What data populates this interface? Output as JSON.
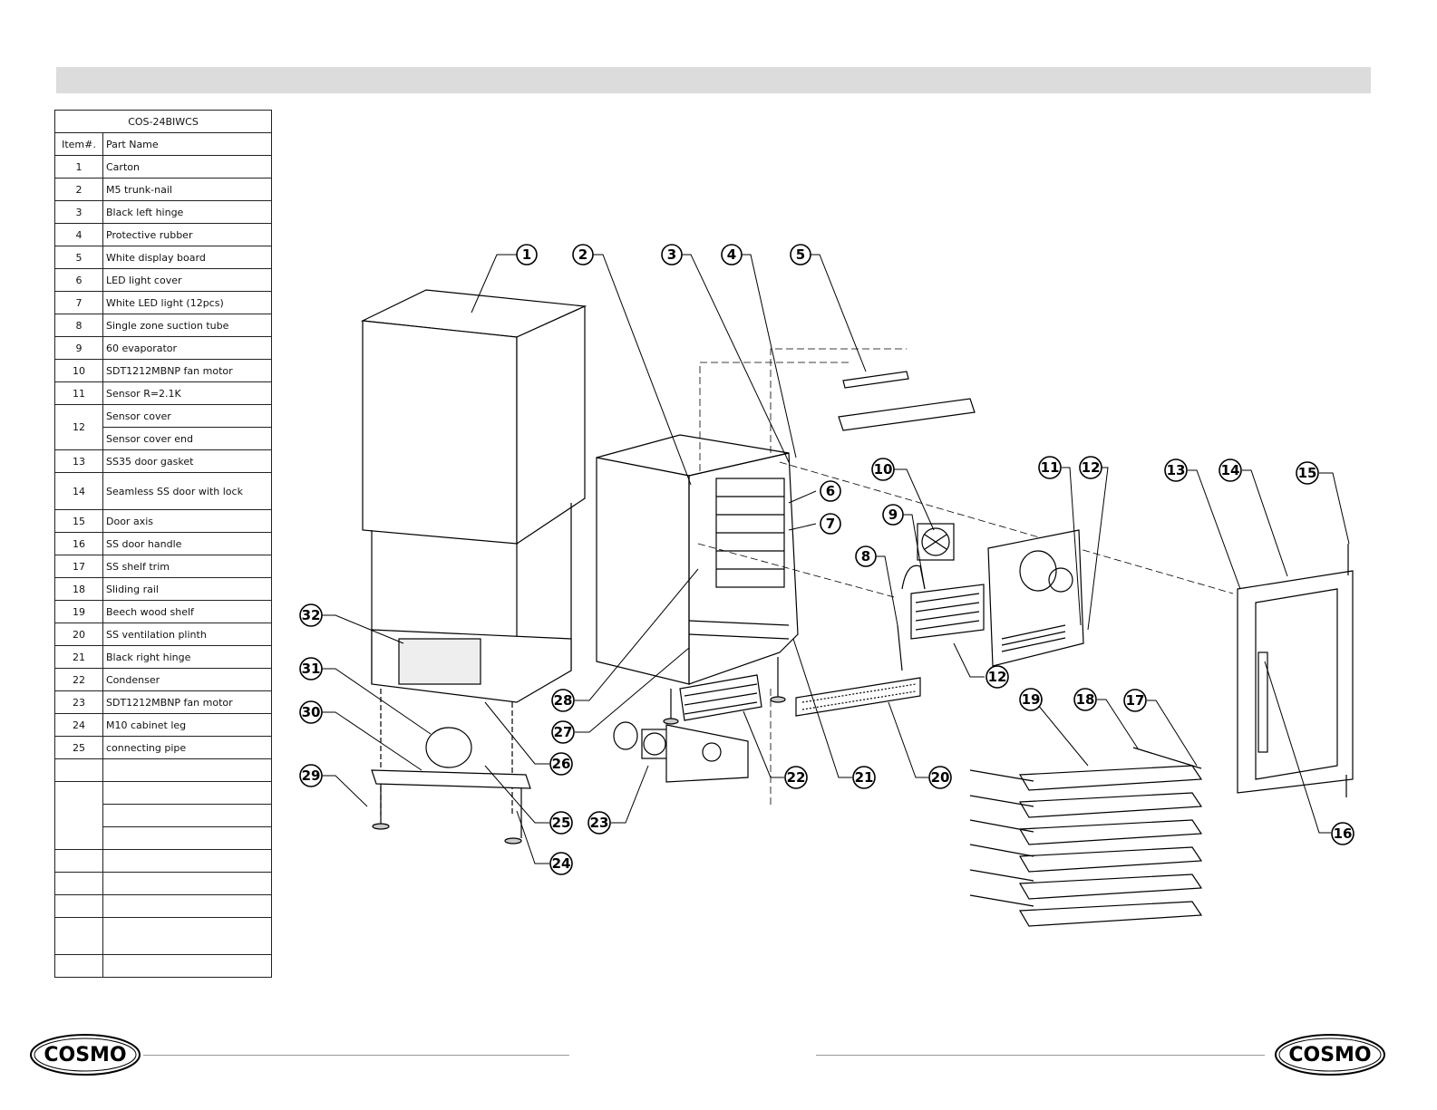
{
  "table": {
    "title": "COS-24BIWCS",
    "header": {
      "item": "Item#.",
      "name": "Part Name"
    },
    "rows": [
      {
        "item": "1",
        "name": "Carton"
      },
      {
        "item": "2",
        "name": "M5 trunk-nail"
      },
      {
        "item": "3",
        "name": "Black left hinge"
      },
      {
        "item": "4",
        "name": "Protective rubber"
      },
      {
        "item": "5",
        "name": "White display board"
      },
      {
        "item": "6",
        "name": "LED light cover"
      },
      {
        "item": "7",
        "name": "White LED light (12pcs)"
      },
      {
        "item": "8",
        "name": "Single zone suction tube"
      },
      {
        "item": "9",
        "name": "60 evaporator"
      },
      {
        "item": "10",
        "name": "SDT1212MBNP fan motor"
      },
      {
        "item": "11",
        "name": "Sensor R=2.1K"
      },
      {
        "item": "12",
        "name": "Sensor cover",
        "name2": "Sensor cover end"
      },
      {
        "item": "13",
        "name": "SS35 door gasket"
      },
      {
        "item": "14",
        "name": "Seamless SS door with lock"
      },
      {
        "item": "15",
        "name": "Door axis"
      },
      {
        "item": "16",
        "name": "SS door handle"
      },
      {
        "item": "17",
        "name": "SS shelf trim"
      },
      {
        "item": "18",
        "name": "Sliding rail"
      },
      {
        "item": "19",
        "name": "Beech wood shelf"
      },
      {
        "item": "20",
        "name": "SS ventilation plinth"
      },
      {
        "item": "21",
        "name": "Black right hinge"
      },
      {
        "item": "22",
        "name": "Condenser"
      },
      {
        "item": "23",
        "name": "SDT1212MBNP fan motor"
      },
      {
        "item": "24",
        "name": "M10 cabinet leg"
      },
      {
        "item": "25",
        "name": "connecting pipe"
      }
    ]
  },
  "callouts": [
    "1",
    "2",
    "3",
    "4",
    "5",
    "6",
    "7",
    "8",
    "9",
    "10",
    "11",
    "12",
    "13",
    "14",
    "15",
    "16",
    "17",
    "18",
    "19",
    "20",
    "21",
    "22",
    "23",
    "24",
    "25",
    "26",
    "27",
    "28",
    "29",
    "30",
    "31",
    "32",
    "12"
  ],
  "logo_text": "COSMO"
}
